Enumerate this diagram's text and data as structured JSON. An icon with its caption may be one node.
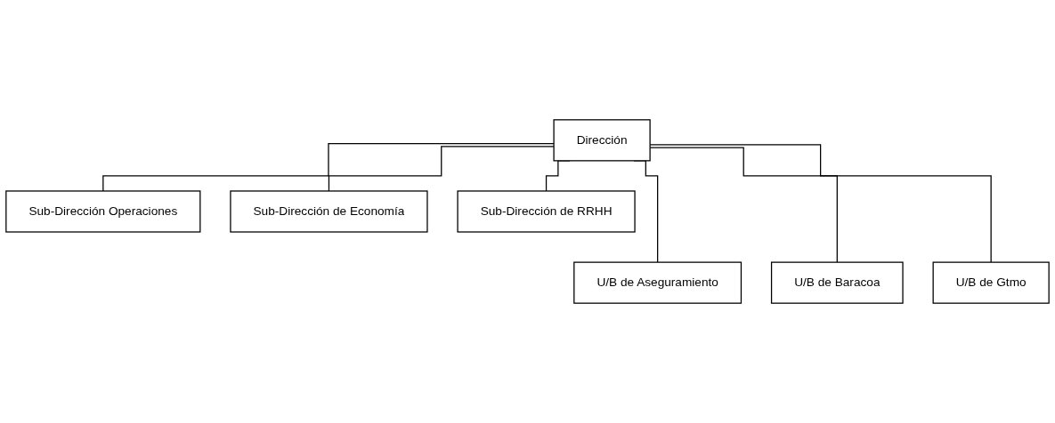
{
  "diagram": {
    "nodes": [
      {
        "text": [
          "Dirección"
        ]
      },
      {
        "text": [
          "Sub-Dirección Operaciones"
        ]
      },
      {
        "text": [
          "Sub-Dirección de Economía"
        ]
      },
      {
        "text": [
          "Sub-Dirección de RRHH"
        ]
      },
      {
        "text": [
          "U/B de Aseguramiento"
        ]
      },
      {
        "text": [
          "U/B de Baracoa"
        ]
      },
      {
        "text": [
          "U/B de Gtmo"
        ]
      }
    ],
    "edges": [
      {
        "from": 0,
        "to": 1,
        "arrow": "none"
      },
      {
        "from": 0,
        "to": 2,
        "arrow": "none"
      },
      {
        "from": 0,
        "to": 3,
        "arrow": "none"
      },
      {
        "from": 0,
        "to": 4,
        "arrow": "none"
      },
      {
        "from": 0,
        "to": 5,
        "arrow": "none"
      },
      {
        "from": 0,
        "to": 6,
        "arrow": "none"
      }
    ]
  }
}
